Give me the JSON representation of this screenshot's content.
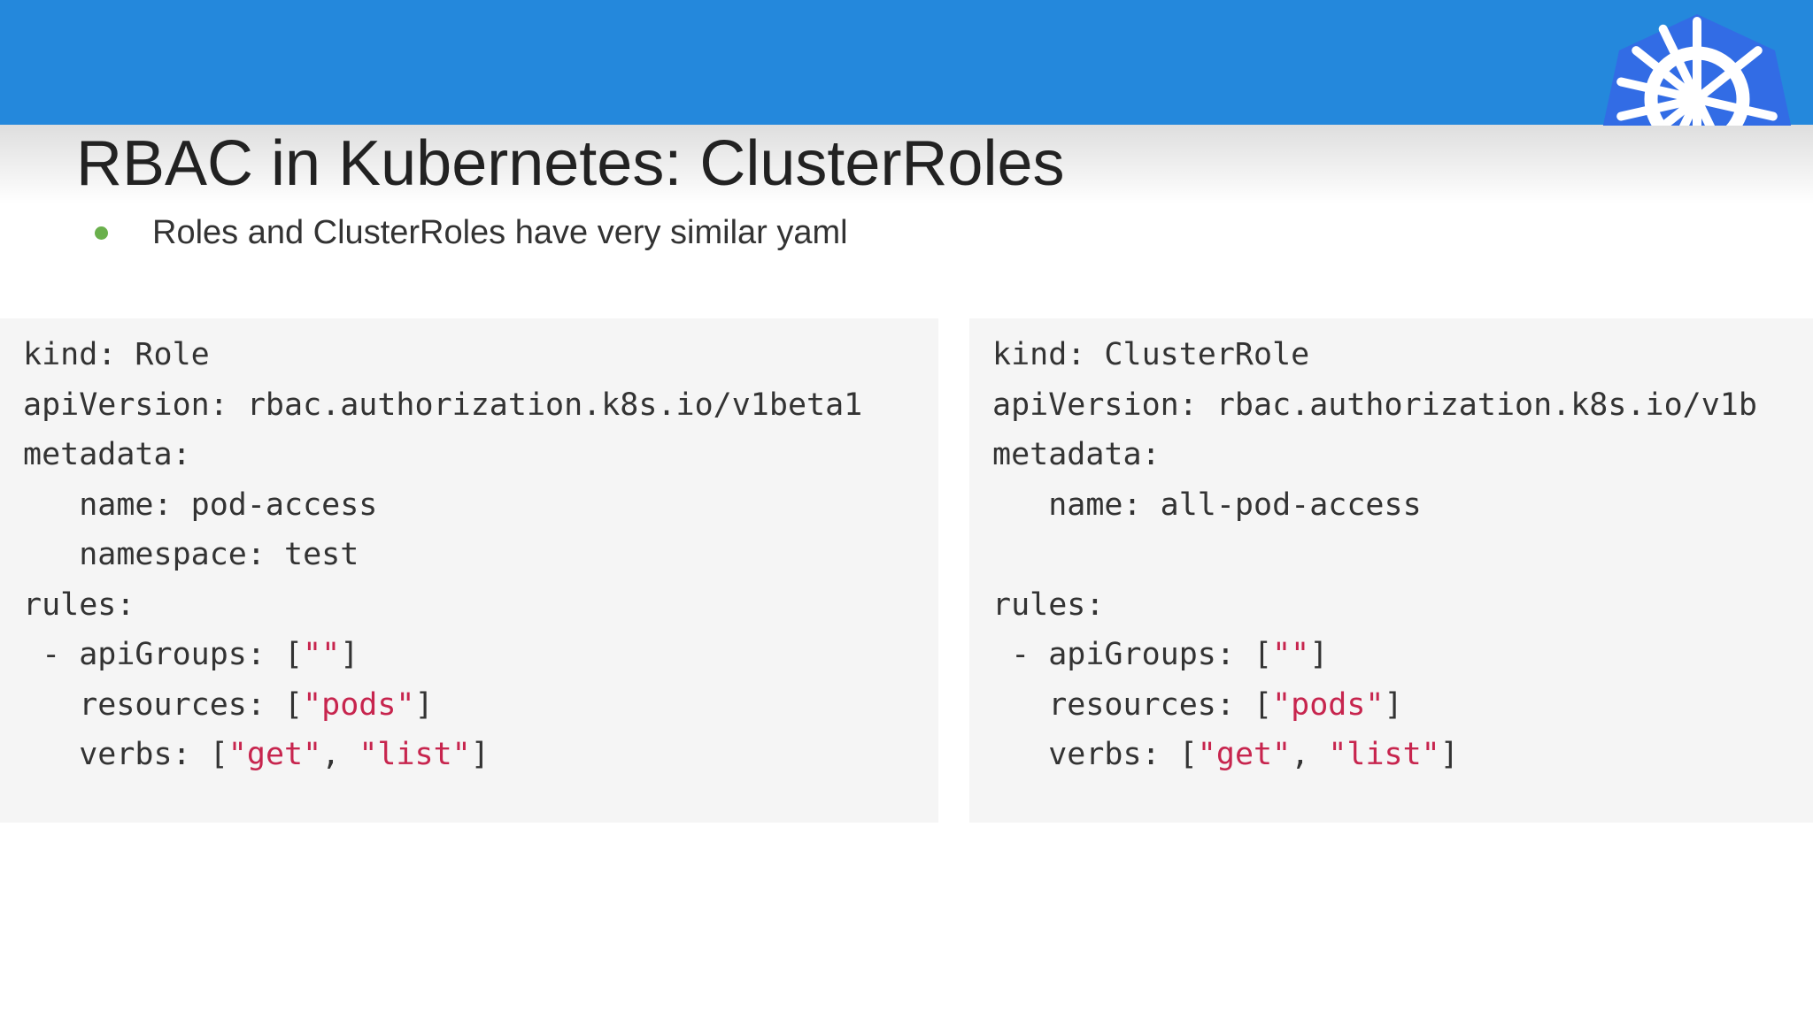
{
  "slide": {
    "title": "RBAC in Kubernetes: ClusterRoles",
    "bullets": [
      "Roles and ClusterRoles have very similar yaml"
    ]
  },
  "colors": {
    "header_bar": "#2488dc",
    "bullet": "#6ab04c",
    "string_literal": "#c7254e",
    "code_background": "#f5f5f5",
    "logo": "#326ce5"
  },
  "logo": {
    "icon": "kubernetes-helm-icon"
  },
  "code_left": {
    "lines": [
      [
        {
          "t": "kind: Role"
        }
      ],
      [
        {
          "t": "apiVersion: rbac.authorization.k8s.io/v1beta1"
        }
      ],
      [
        {
          "t": "metadata:"
        }
      ],
      [
        {
          "t": "   name: pod-access"
        }
      ],
      [
        {
          "t": "   namespace: test"
        }
      ],
      [
        {
          "t": "rules:"
        }
      ],
      [
        {
          "t": " - apiGroups: ["
        },
        {
          "t": "\"\"",
          "s": true
        },
        {
          "t": "]"
        }
      ],
      [
        {
          "t": "   resources: ["
        },
        {
          "t": "\"pods\"",
          "s": true
        },
        {
          "t": "]"
        }
      ],
      [
        {
          "t": "   verbs: ["
        },
        {
          "t": "\"get\"",
          "s": true
        },
        {
          "t": ", "
        },
        {
          "t": "\"list\"",
          "s": true
        },
        {
          "t": "]"
        }
      ]
    ]
  },
  "code_right": {
    "lines": [
      [
        {
          "t": "kind: ClusterRole"
        }
      ],
      [
        {
          "t": "apiVersion: rbac.authorization.k8s.io/v1b"
        }
      ],
      [
        {
          "t": "metadata:"
        }
      ],
      [
        {
          "t": "   name: all-pod-access"
        }
      ],
      [
        {
          "t": ""
        }
      ],
      [
        {
          "t": "rules:"
        }
      ],
      [
        {
          "t": " - apiGroups: ["
        },
        {
          "t": "\"\"",
          "s": true
        },
        {
          "t": "]"
        }
      ],
      [
        {
          "t": "   resources: ["
        },
        {
          "t": "\"pods\"",
          "s": true
        },
        {
          "t": "]"
        }
      ],
      [
        {
          "t": "   verbs: ["
        },
        {
          "t": "\"get\"",
          "s": true
        },
        {
          "t": ", "
        },
        {
          "t": "\"list\"",
          "s": true
        },
        {
          "t": "]"
        }
      ]
    ]
  }
}
